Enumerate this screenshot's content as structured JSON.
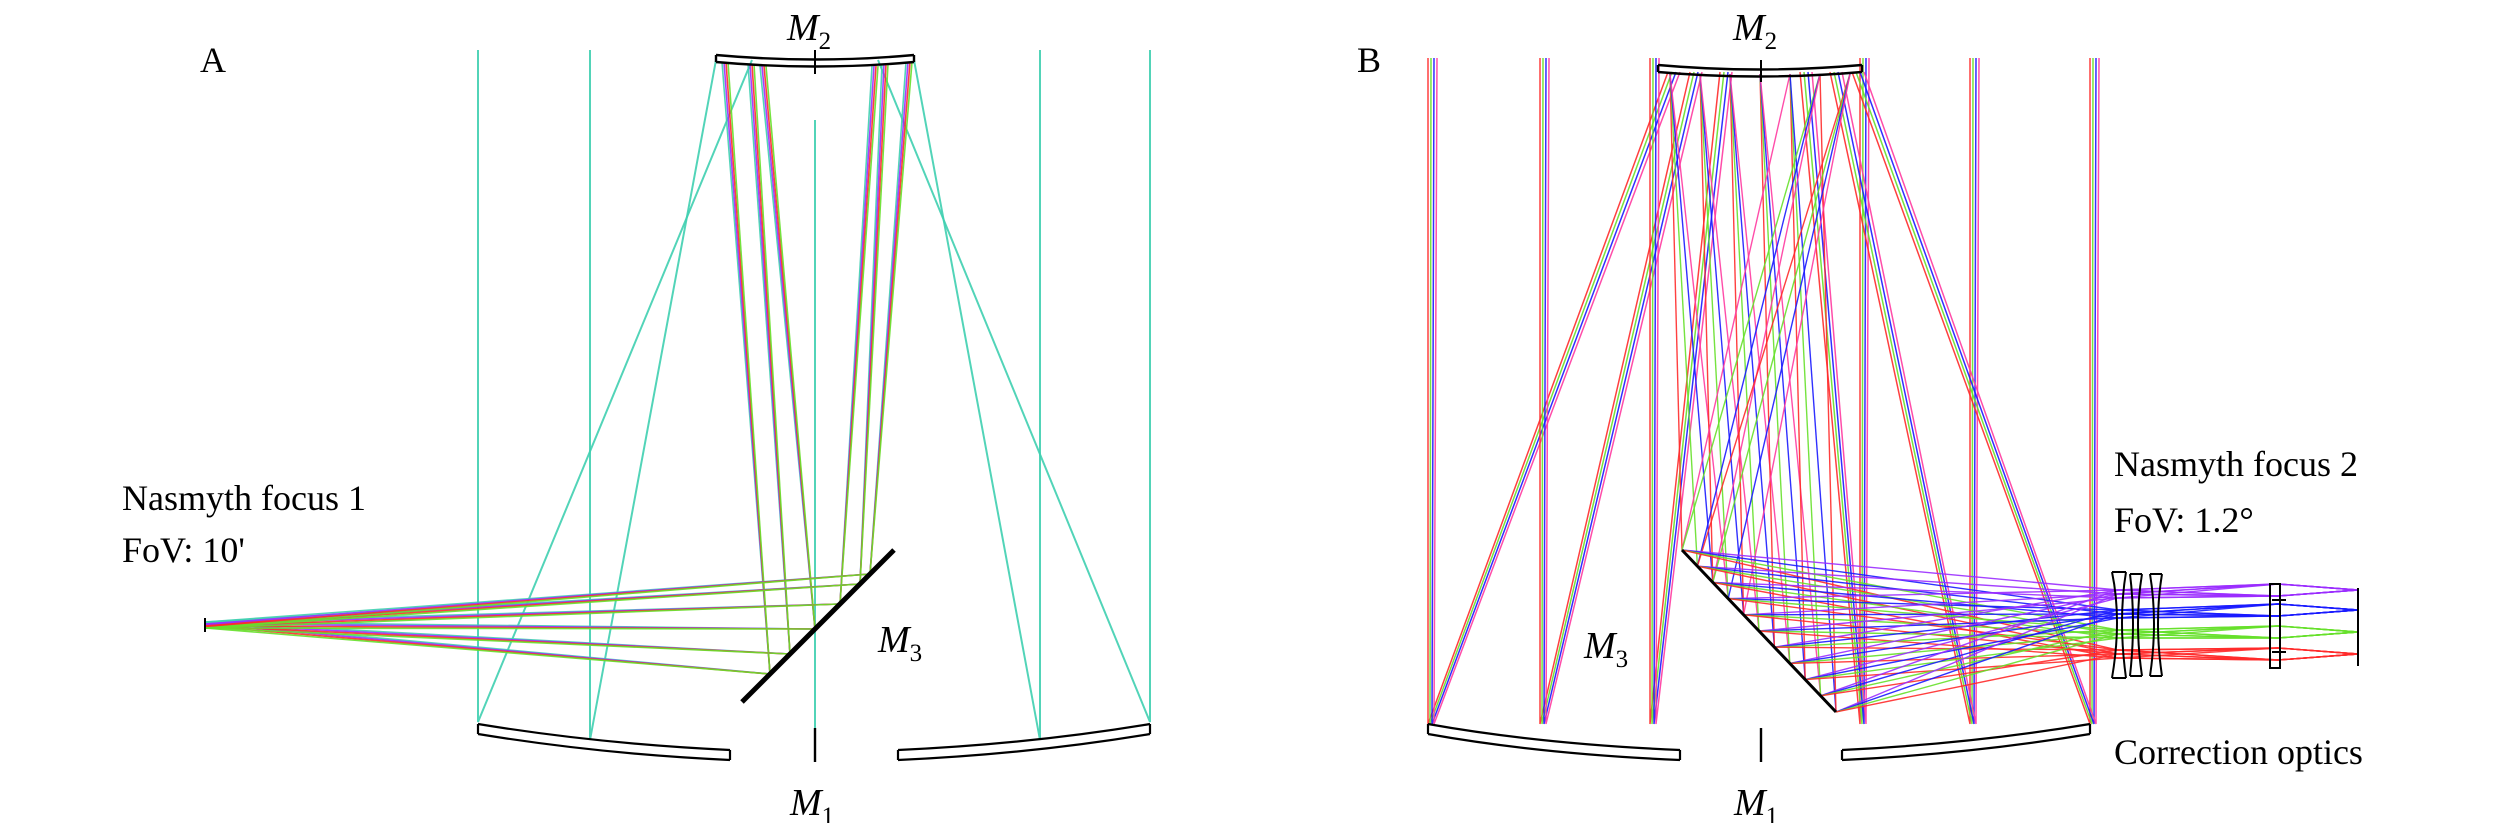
{
  "colors": {
    "ray_primary": "#3fcfb0",
    "ray_red": "#ff2a2a",
    "ray_green": "#66e02a",
    "ray_blue": "#1a1aff",
    "ray_violet": "#9a2cff",
    "ray_pink": "#ff3aa0",
    "optics": "#000000"
  },
  "panel_a": {
    "label": "A",
    "focus_line1": "Nasmyth focus 1",
    "focus_line2": "FoV: 10'",
    "m1": {
      "letter": "M",
      "sub": "1"
    },
    "m2": {
      "letter": "M",
      "sub": "2"
    },
    "m3": {
      "letter": "M",
      "sub": "3"
    }
  },
  "panel_b": {
    "label": "B",
    "focus_line1": "Nasmyth focus 2",
    "focus_line2": "FoV: 1.2°",
    "correction": "Correction optics",
    "m1": {
      "letter": "M",
      "sub": "1"
    },
    "m2": {
      "letter": "M",
      "sub": "2"
    },
    "m3": {
      "letter": "M",
      "sub": "3"
    }
  }
}
